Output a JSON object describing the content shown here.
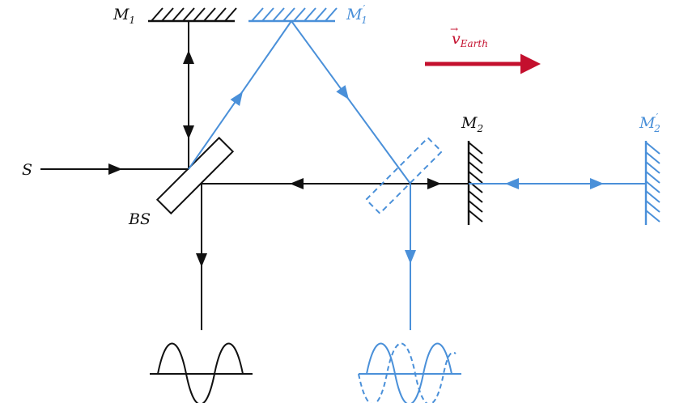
{
  "colors": {
    "black": "#111111",
    "blue": "#4a90d9",
    "velocity": "#c4102e"
  },
  "labels": {
    "m1": {
      "base": "M",
      "sub": "1",
      "prime": ""
    },
    "m1_prime": {
      "base": "M",
      "sub": "1",
      "prime": "′"
    },
    "m2": {
      "base": "M",
      "sub": "2",
      "prime": ""
    },
    "m2_prime": {
      "base": "M",
      "sub": "2",
      "prime": "′"
    },
    "source": "S",
    "beam_splitter": "BS",
    "velocity": {
      "base": "v",
      "arrow": "→",
      "sub": "Earth"
    }
  }
}
